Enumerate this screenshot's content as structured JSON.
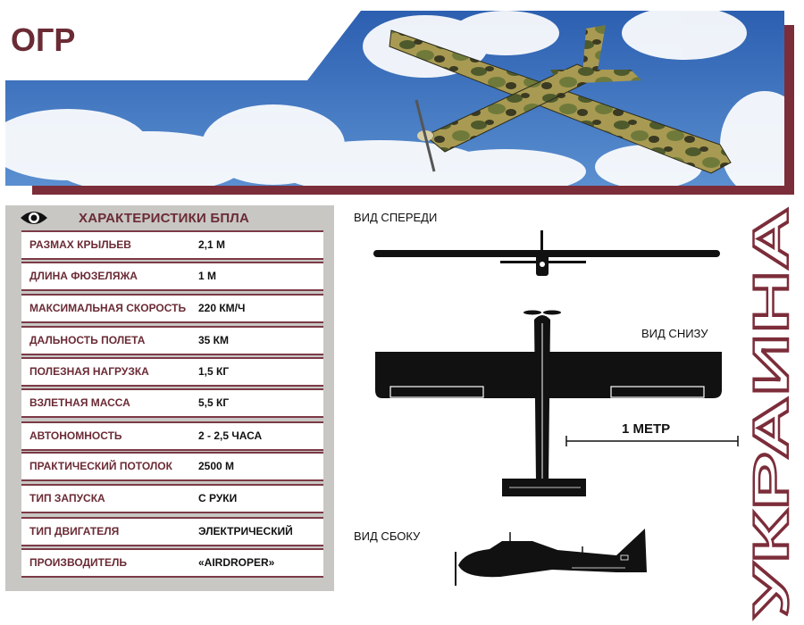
{
  "title": "ОГР",
  "banner": {
    "image": "camouflage-uav-in-clouds"
  },
  "specs": {
    "header": "ХАРАКТЕРИСТИКИ БПЛА",
    "rows": [
      {
        "name": "РАЗМАХ КРЫЛЬЕВ",
        "value": "2,1 М"
      },
      {
        "name": "ДЛИНА ФЮЗЕЛЯЖА",
        "value": "1 М"
      },
      {
        "name": "МАКСИМАЛЬНАЯ СКОРОСТЬ",
        "value": "220 КМ/Ч"
      },
      {
        "name": "ДАЛЬНОСТЬ ПОЛЕТА",
        "value": "35 КМ"
      },
      {
        "name": "ПОЛЕЗНАЯ НАГРУЗКА",
        "value": "1,5 КГ"
      },
      {
        "name": "ВЗЛЕТНАЯ МАССА",
        "value": "5,5 КГ"
      },
      {
        "name": "АВТОНОМНОСТЬ",
        "value": "2 - 2,5 ЧАСА"
      },
      {
        "name": "ПРАКТИЧЕСКИЙ ПОТОЛОК",
        "value": "2500 М"
      },
      {
        "name": "ТИП ЗАПУСКА",
        "value": "С РУКИ"
      },
      {
        "name": "ТИП ДВИГАТЕЛЯ",
        "value": "ЭЛЕКТРИЧЕСКИЙ"
      },
      {
        "name": "ПРОИЗВОДИТЕЛЬ",
        "value": "«AIRDROPER»"
      }
    ]
  },
  "views": {
    "front": "ВИД СПЕРЕДИ",
    "bottom": "ВИД СНИЗУ",
    "side": "ВИД СБОКУ",
    "scale": "1 МЕТР"
  },
  "side_word": "УКРАИНА",
  "colors": {
    "accent": "#7c2d3a",
    "panel": "#c8c7c4",
    "sky": "#3f6fb6"
  }
}
